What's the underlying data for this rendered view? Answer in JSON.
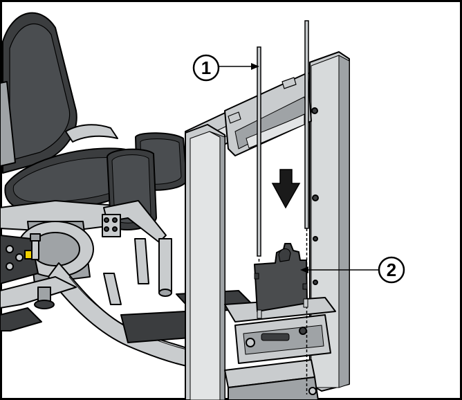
{
  "figure": {
    "callouts": [
      {
        "number": "1",
        "target": "weight-stack-guide-rod"
      },
      {
        "number": "2",
        "target": "weight-plate"
      }
    ],
    "arrow_direction": "down",
    "colors": {
      "frame": "#c9ccce",
      "frame_shadow": "#9fa3a6",
      "upholstery": "#3b3d3f",
      "upholstery_highlight": "#5a5d60",
      "plate": "#4a4c4e",
      "outline": "#000000",
      "background": "#ffffff"
    }
  }
}
